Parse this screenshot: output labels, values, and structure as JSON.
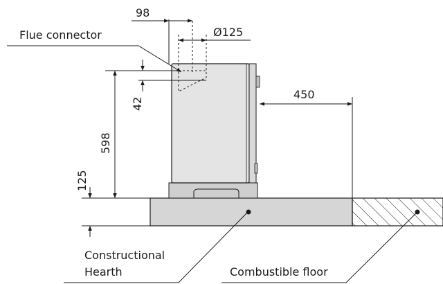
{
  "labels": {
    "flue_connector": "Flue connector",
    "constructional_hearth_line1": "Constructional",
    "constructional_hearth_line2": "Hearth",
    "combustible_floor": "Combustible floor"
  },
  "dimensions": {
    "flue_offset": "98",
    "flue_diameter": "Ø125",
    "flue_height_offset": "42",
    "stove_height": "598",
    "hearth_height": "125",
    "clearance": "450"
  },
  "colors": {
    "stove_fill": "#e4e4e4",
    "hearth_fill": "#d6d6d6",
    "line": "#1a1a1a"
  }
}
